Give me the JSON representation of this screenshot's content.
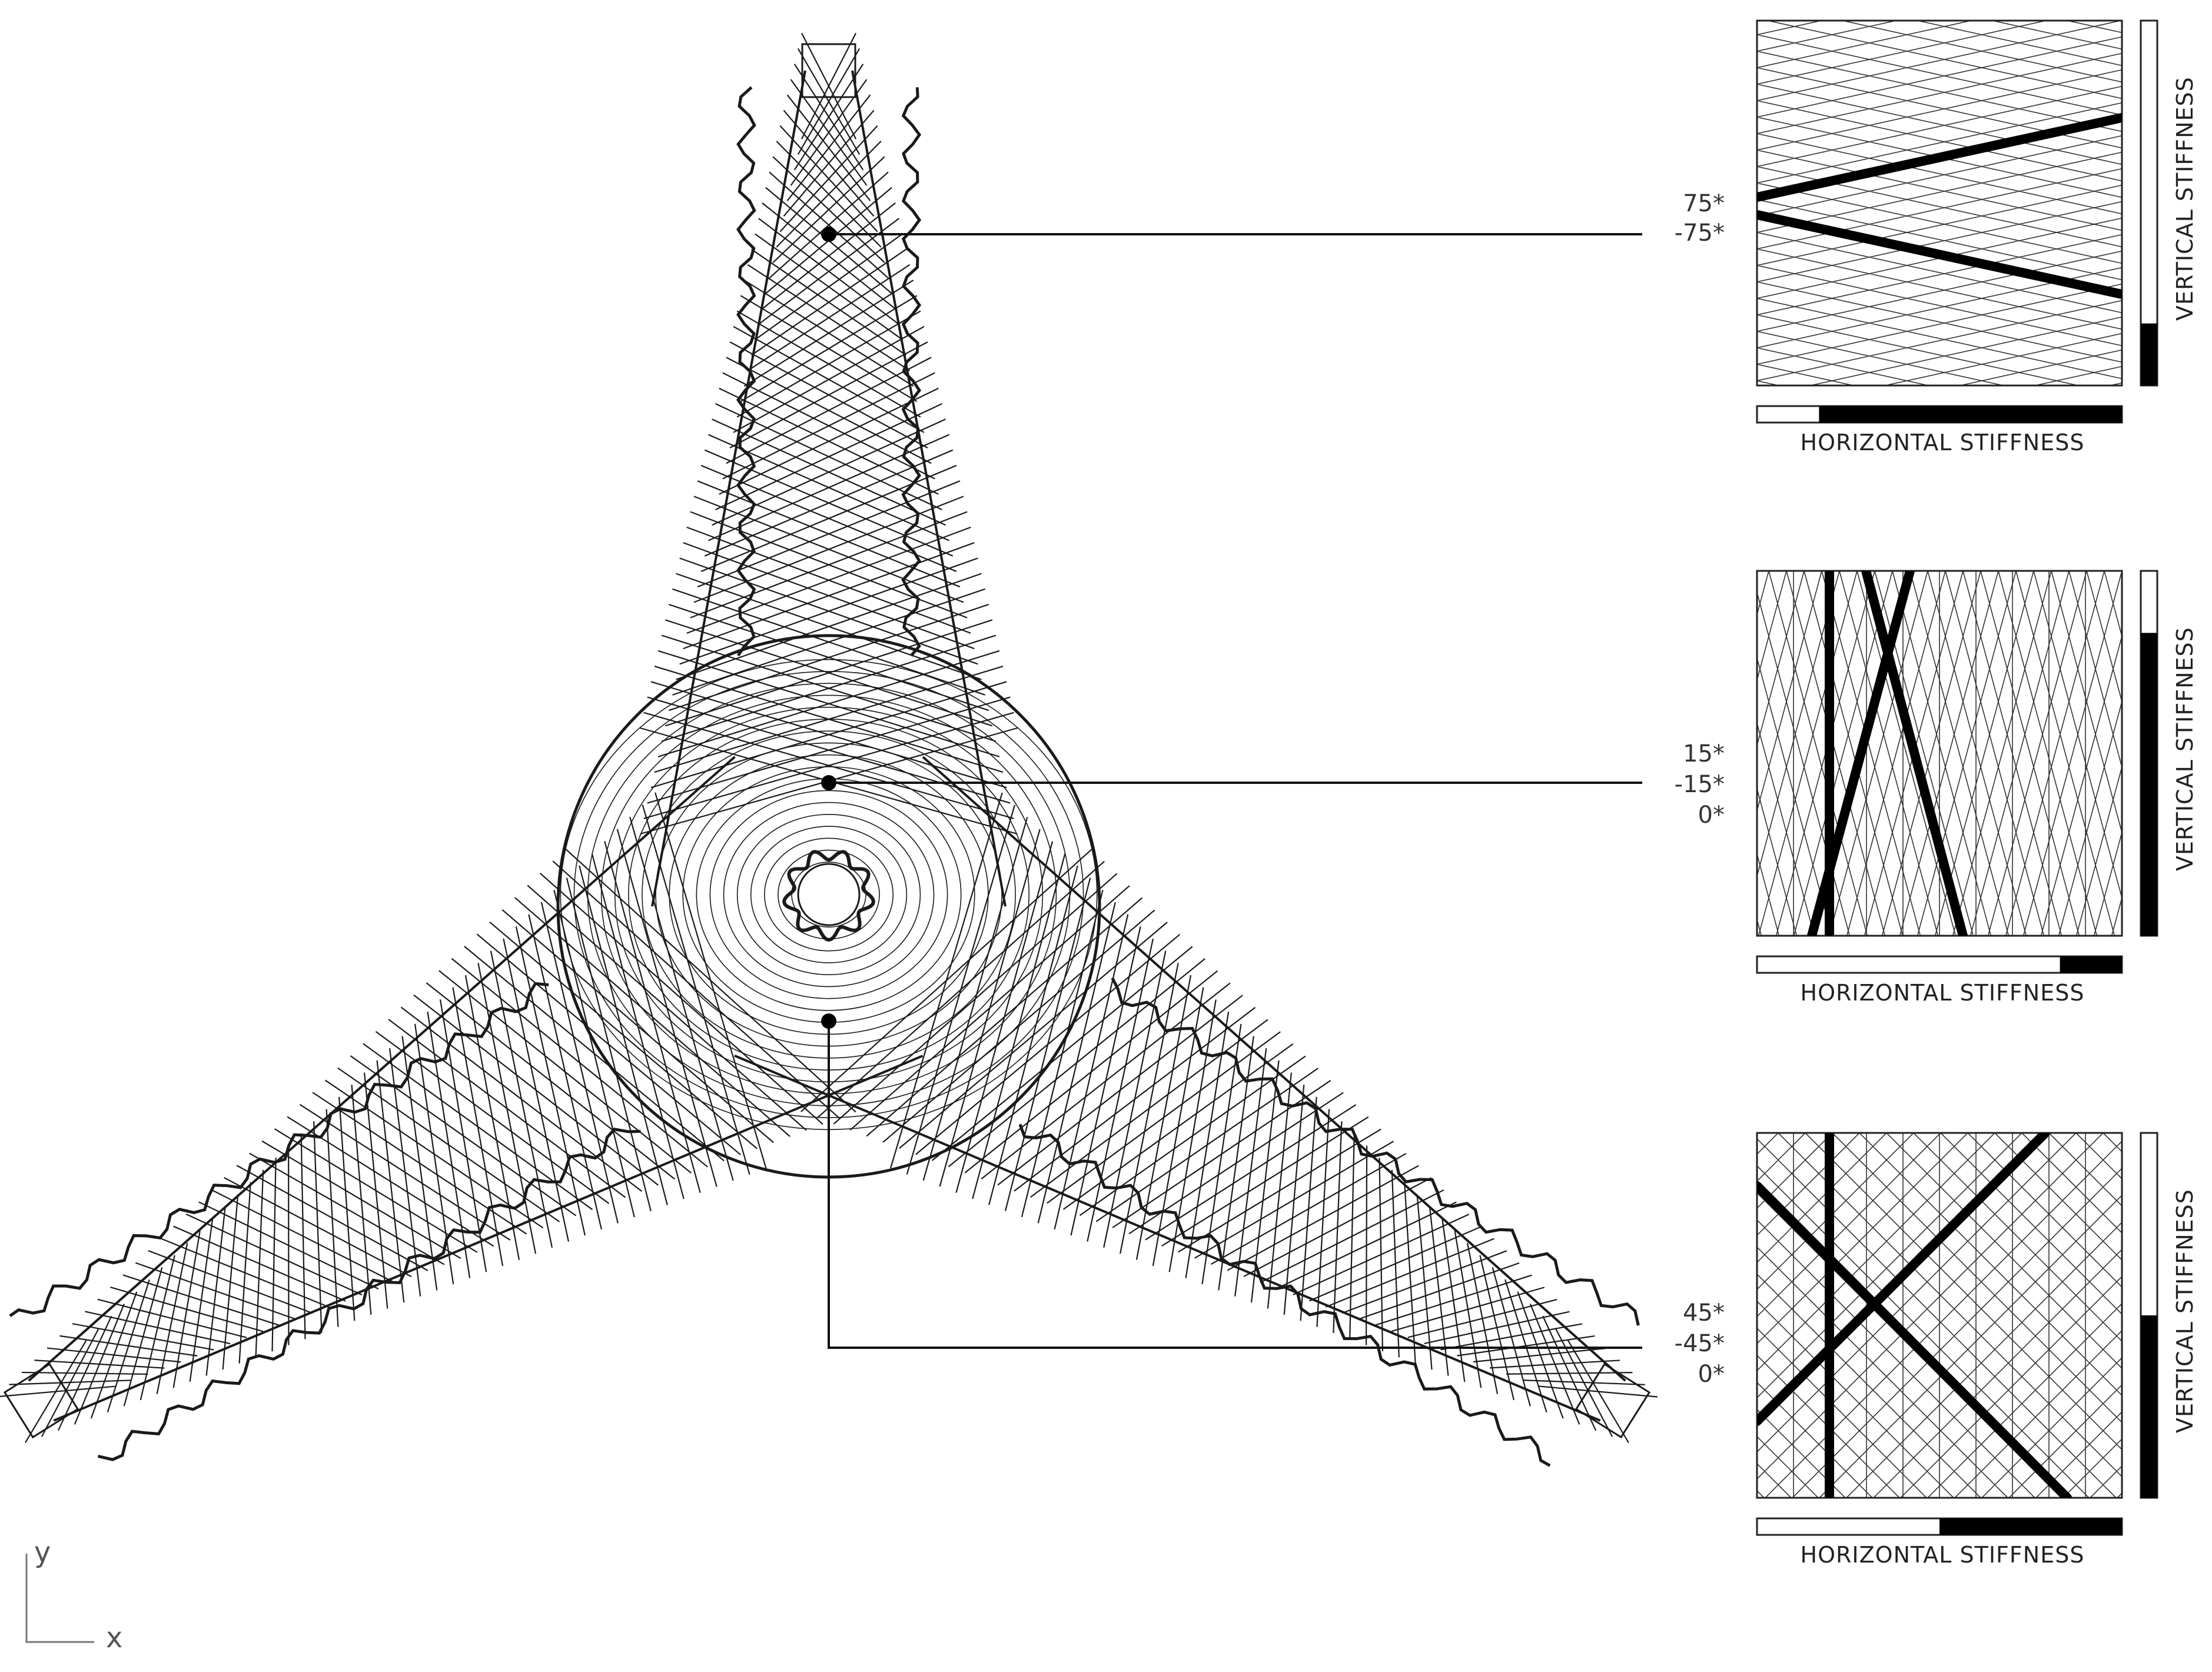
{
  "axes": {
    "y_label": "y",
    "x_label": "x"
  },
  "panels": [
    {
      "angles": [
        "75*",
        "-75*"
      ],
      "horizontal_label": "HORIZONTAL STIFFNESS",
      "vertical_label": "VERTICAL STIFFNESS",
      "horizontal_stiffness": 0.83,
      "vertical_stiffness": 0.17
    },
    {
      "angles": [
        "15*",
        "-15*",
        "0*"
      ],
      "horizontal_label": "HORIZONTAL STIFFNESS",
      "vertical_label": "VERTICAL STIFFNESS",
      "horizontal_stiffness": 0.17,
      "vertical_stiffness": 0.83
    },
    {
      "angles": [
        "45*",
        "-45*",
        "0*"
      ],
      "horizontal_label": "HORIZONTAL STIFFNESS",
      "vertical_label": "VERTICAL STIFFNESS",
      "horizontal_stiffness": 0.5,
      "vertical_stiffness": 0.5
    }
  ]
}
